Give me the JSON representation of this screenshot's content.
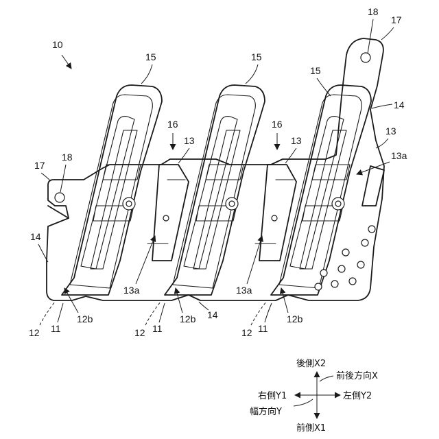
{
  "figure": {
    "labels": {
      "assembly": "10",
      "rail": "11",
      "rail_dashed": "12",
      "rail_end": "12b",
      "bridge": "13",
      "bridge_wall": "13a",
      "base_plate": "14",
      "rail_top": "15",
      "gap": "16",
      "flange": "17",
      "flange_hole": "18"
    },
    "direction_legend": {
      "rear": "後側X2",
      "front_rear_axis": "前後方向X",
      "right": "右側Y1",
      "left": "左側Y2",
      "width_axis": "幅方向Y",
      "front": "前側X1"
    }
  }
}
